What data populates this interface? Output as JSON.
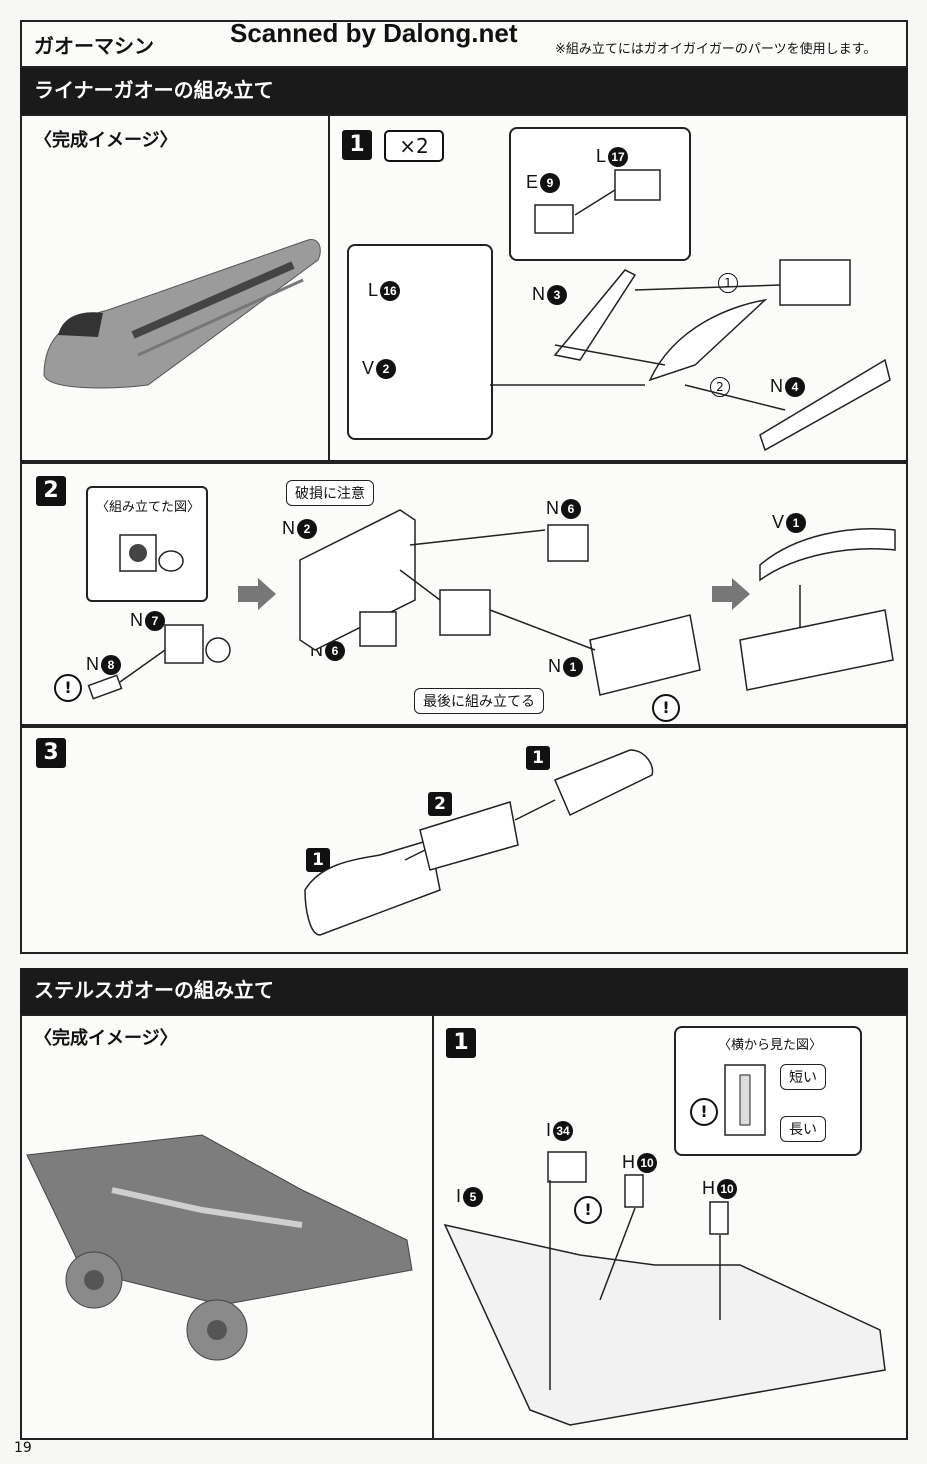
{
  "header": {
    "section": "ガオーマシン",
    "watermark": "Scanned by Dalong.net",
    "note": "※組み立てにはガオイガイガーのパーツを使用します。"
  },
  "liner": {
    "title": "ライナーガオーの組み立て",
    "image_caption": "〈完成イメージ〉",
    "step1": {
      "num": "1",
      "multiplier": "×2",
      "labels": {
        "l17": "L",
        "n17": "17",
        "e9": "E",
        "n9": "9",
        "l16": "L",
        "n16": "16",
        "v2": "V",
        "nv2": "2",
        "n3": "N",
        "nn3": "3",
        "n4": "N",
        "nn4": "4",
        "o1": "1",
        "o2": "2"
      }
    },
    "step2": {
      "num": "2",
      "inset_title": "〈組み立てた図〉",
      "caution": "破損に注意",
      "last": "最後に組み立てる",
      "labels": {
        "n2": "N",
        "nn2": "2",
        "n6a": "N",
        "nn6a": "6",
        "n6b": "N",
        "nn6b": "6",
        "n7": "N",
        "nn7": "7",
        "n8": "N",
        "nn8": "8",
        "n1": "N",
        "nn1": "1",
        "v1": "V",
        "nv1": "1"
      }
    },
    "step3": {
      "num": "3",
      "parts": [
        "1",
        "2",
        "1"
      ]
    }
  },
  "stealth": {
    "title": "ステルスガオーの組み立て",
    "image_caption": "〈完成イメージ〉",
    "step1": {
      "num": "1",
      "inset_title": "〈横から見た図〉",
      "short": "短い",
      "long": "長い",
      "labels": {
        "i34": "I",
        "n34": "34",
        "i5": "I",
        "n5": "5",
        "h10a": "H",
        "n10a": "10",
        "h10b": "H",
        "n10b": "10"
      }
    }
  },
  "page_number": "19",
  "colors": {
    "bar": "#1a1a1a",
    "paper": "#f7f7f5",
    "line": "#222222",
    "model_grey": "#8a8a8a"
  }
}
